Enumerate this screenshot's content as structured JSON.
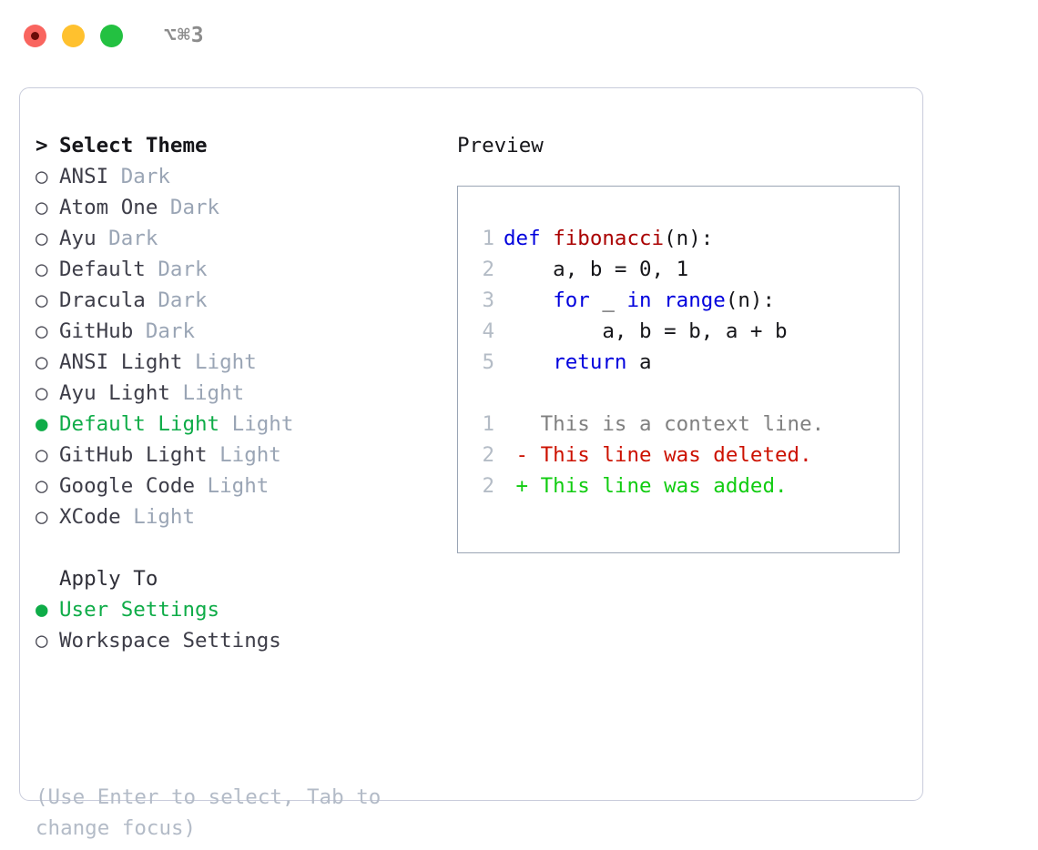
{
  "titlebar": {
    "shortcut": "⌥⌘3",
    "buttons": [
      {
        "name": "close",
        "color": "#f9655f",
        "recording": true
      },
      {
        "name": "minimize",
        "color": "#ffc12e",
        "recording": false
      },
      {
        "name": "maximize",
        "color": "#23c141",
        "recording": false
      }
    ]
  },
  "theme_picker": {
    "header_marker": ">",
    "header": "Select Theme",
    "items": [
      {
        "marker": "○",
        "name": "ANSI",
        "variant": "Dark",
        "selected": false
      },
      {
        "marker": "○",
        "name": "Atom One",
        "variant": "Dark",
        "selected": false
      },
      {
        "marker": "○",
        "name": "Ayu",
        "variant": "Dark",
        "selected": false
      },
      {
        "marker": "○",
        "name": "Default",
        "variant": "Dark",
        "selected": false
      },
      {
        "marker": "○",
        "name": "Dracula",
        "variant": "Dark",
        "selected": false
      },
      {
        "marker": "○",
        "name": "GitHub",
        "variant": "Dark",
        "selected": false
      },
      {
        "marker": "○",
        "name": "ANSI Light",
        "variant": "Light",
        "selected": false
      },
      {
        "marker": "○",
        "name": "Ayu Light",
        "variant": "Light",
        "selected": false
      },
      {
        "marker": "●",
        "name": "Default Light",
        "variant": "Light",
        "selected": true
      },
      {
        "marker": "○",
        "name": "GitHub Light",
        "variant": "Light",
        "selected": false
      },
      {
        "marker": "○",
        "name": "Google Code",
        "variant": "Light",
        "selected": false
      },
      {
        "marker": "○",
        "name": "XCode",
        "variant": "Light",
        "selected": false
      }
    ]
  },
  "apply_to": {
    "label": "Apply To",
    "options": [
      {
        "marker": "●",
        "label": "User Settings",
        "selected": true
      },
      {
        "marker": "○",
        "label": "Workspace Settings",
        "selected": false
      }
    ]
  },
  "hint": "(Use Enter to select, Tab to change focus)",
  "preview": {
    "title": "Preview",
    "code_lines": [
      {
        "num": "1",
        "tokens": [
          {
            "t": "def",
            "c": "kw"
          },
          {
            "t": " ",
            "c": "pl"
          },
          {
            "t": "fibonacci",
            "c": "fn"
          },
          {
            "t": "(n):",
            "c": "pl"
          }
        ]
      },
      {
        "num": "2",
        "tokens": [
          {
            "t": "    a, b = 0, 1",
            "c": "pl"
          }
        ]
      },
      {
        "num": "3",
        "tokens": [
          {
            "t": "    ",
            "c": "pl"
          },
          {
            "t": "for",
            "c": "kw"
          },
          {
            "t": " _ ",
            "c": "pl"
          },
          {
            "t": "in",
            "c": "kw"
          },
          {
            "t": " ",
            "c": "pl"
          },
          {
            "t": "range",
            "c": "kw"
          },
          {
            "t": "(n):",
            "c": "pl"
          }
        ]
      },
      {
        "num": "4",
        "tokens": [
          {
            "t": "        a, b = b, a + b",
            "c": "pl"
          }
        ]
      },
      {
        "num": "5",
        "tokens": [
          {
            "t": "    ",
            "c": "pl"
          },
          {
            "t": "return",
            "c": "kw"
          },
          {
            "t": " a",
            "c": "pl"
          }
        ]
      }
    ],
    "diff_lines": [
      {
        "num": "1",
        "sign": " ",
        "text": "This is a context line.",
        "kind": "ctx"
      },
      {
        "num": "2",
        "sign": "-",
        "text": "This line was deleted.",
        "kind": "del"
      },
      {
        "num": "2",
        "sign": "+",
        "text": "This line was added.",
        "kind": "add"
      }
    ]
  },
  "colors": {
    "selection_green": "#0fac48",
    "variant_gray": "#9aa5b5",
    "keyword_blue": "#0000dd",
    "function_red": "#aa0000",
    "diff_delete": "#cc1100",
    "diff_add": "#11cc11",
    "panel_border": "#c9ccdb",
    "preview_border": "#9aa5b5"
  }
}
